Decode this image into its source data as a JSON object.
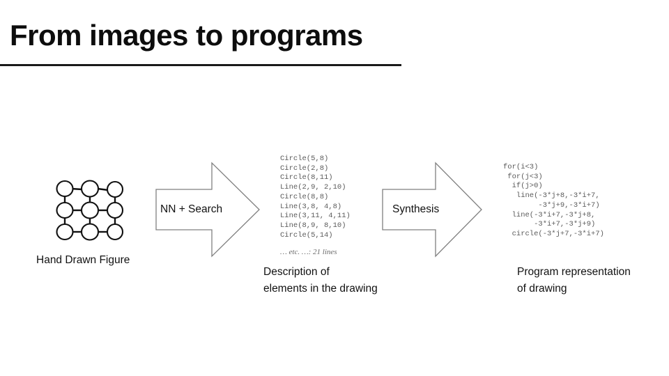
{
  "slide": {
    "title": "From images to programs",
    "accent_color": "#1a1a1a",
    "background_color": "#ffffff",
    "code_color": "#5a5a5a"
  },
  "pipeline": {
    "stages": [
      {
        "name": "hand-drawn-figure",
        "icon": "circle-grid-figure",
        "caption_lines": [
          "Hand Drawn Figure"
        ]
      },
      {
        "name": "description",
        "caption_lines": [
          "Description of",
          "elements in the drawing"
        ],
        "code_lines": [
          "Circle(5,8)",
          "Circle(2,8)",
          "Circle(8,11)",
          "Line(2,9, 2,10)",
          "Circle(8,8)",
          "Line(3,8, 4,8)",
          "Line(3,11, 4,11)",
          "Line(8,9, 8,10)",
          "Circle(5,14)"
        ],
        "etc_note": "… etc. …: 21 lines"
      },
      {
        "name": "program",
        "caption_lines": [
          "Program representation",
          "of drawing"
        ],
        "code_lines": [
          "for(i<3)",
          " for(j<3)",
          "  if(j>0)",
          "   line(-3*j+8,-3*i+7,",
          "        -3*j+9,-3*i+7)",
          "  line(-3*i+7,-3*j+8,",
          "       -3*i+7,-3*j+9)",
          "  circle(-3*j+7,-3*i+7)"
        ]
      }
    ],
    "arrows": [
      {
        "name": "arrow-nn-search",
        "label": "NN + Search"
      },
      {
        "name": "arrow-synthesis",
        "label": "Synthesis"
      }
    ]
  },
  "figure_data": {
    "type": "circle-grid",
    "rows": 3,
    "cols": 3,
    "node_count": 9,
    "style": "hand-drawn"
  }
}
